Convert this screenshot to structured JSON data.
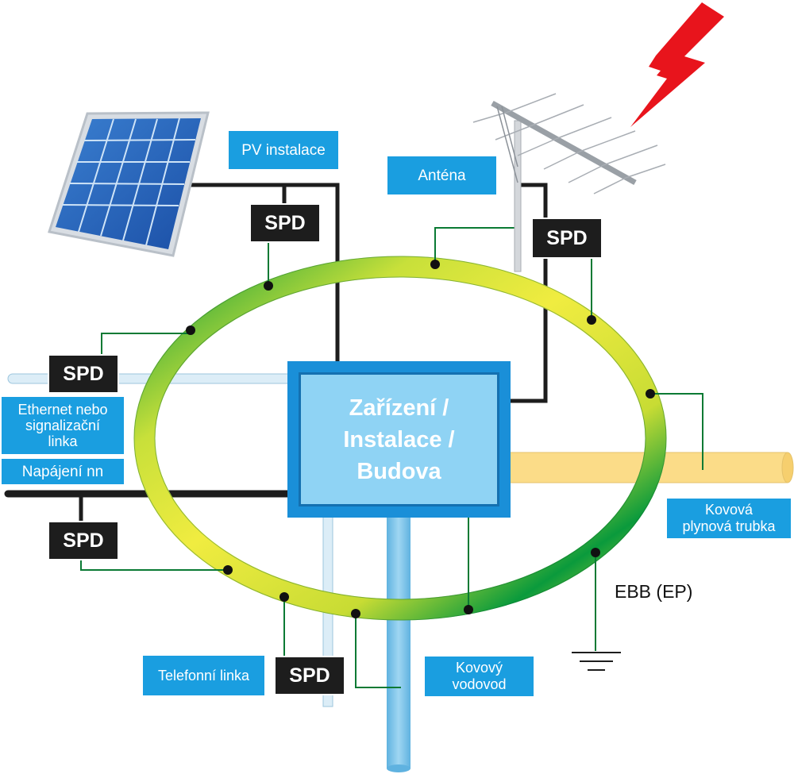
{
  "building": {
    "lines": [
      "Zařízení /",
      "Instalace /",
      "Budova"
    ]
  },
  "labels": {
    "pv": "PV instalace",
    "antenna": "Anténa",
    "ethernet": [
      "Ethernet nebo",
      "signalizační",
      "linka"
    ],
    "power": "Napájení nn",
    "gas": [
      "Kovová",
      "plynová trubka"
    ],
    "phone": "Telefonní linka",
    "water": [
      "Kovový",
      "vodovod"
    ],
    "ebb": "EBB (EP)"
  },
  "spd_label": "SPD",
  "icons": [
    "solar-panel-icon",
    "antenna-icon",
    "lightning-icon",
    "ground-symbol-icon"
  ],
  "colors": {
    "label_bg": "#1a9ee0",
    "spd_bg": "#1d1d1d",
    "ring_green": "#0a9a3c",
    "ring_yellow": "#e8e82a",
    "lightning": "#e8141c",
    "gas_pipe": "#fbdc88",
    "water_pipe": "#7fc6ea"
  }
}
